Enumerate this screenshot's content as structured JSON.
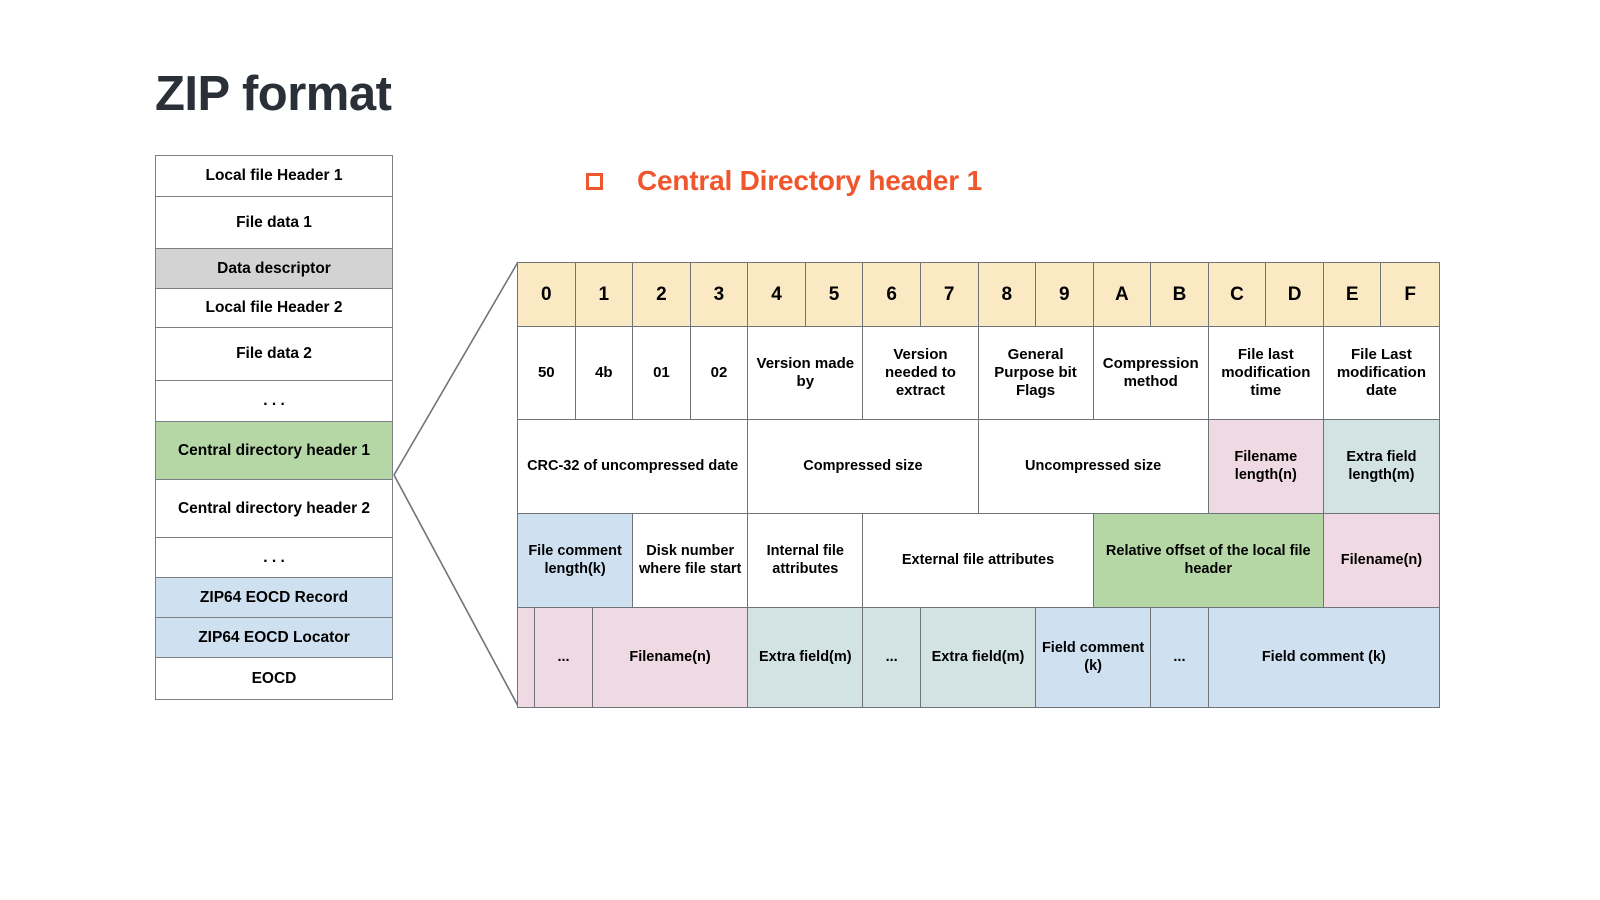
{
  "slide": {
    "title": "ZIP format"
  },
  "heading": {
    "bullet_icon": "square-bullet-icon",
    "text": "Central Directory header 1",
    "color": "#f0562d"
  },
  "colors": {
    "yellow": "#fbe9c4",
    "pink": "#efd9e2",
    "teal": "#d3e2e3",
    "blue": "#cfe0f0",
    "green": "#b5d7a6",
    "grey": "#d3d3d3",
    "white": "#ffffff",
    "border": "#6f7479",
    "accent": "#f0562d",
    "title": "#2b3038"
  },
  "zip_structure": {
    "rows": [
      {
        "label": "Local file Header 1",
        "fill": "white",
        "h": 41
      },
      {
        "label": "File data 1",
        "fill": "white",
        "h": 52
      },
      {
        "label": "Data descriptor",
        "fill": "grey",
        "h": 40
      },
      {
        "label": "Local file Header 2",
        "fill": "white",
        "h": 39
      },
      {
        "label": "File data 2",
        "fill": "white",
        "h": 53
      },
      {
        "label": ". . .",
        "fill": "white",
        "h": 41
      },
      {
        "label": "Central directory header 1",
        "fill": "green",
        "h": 58
      },
      {
        "label": "Central directory header 2",
        "fill": "white",
        "h": 58
      },
      {
        "label": ". . .",
        "fill": "white",
        "h": 40
      },
      {
        "label": "ZIP64 EOCD Record",
        "fill": "blue",
        "h": 40
      },
      {
        "label": "ZIP64 EOCD Locator",
        "fill": "blue",
        "h": 40
      },
      {
        "label": "EOCD",
        "fill": "white",
        "h": 41
      }
    ]
  },
  "byte_table": {
    "columns": 16,
    "column_headers": [
      "0",
      "1",
      "2",
      "3",
      "4",
      "5",
      "6",
      "7",
      "8",
      "9",
      "A",
      "B",
      "C",
      "D",
      "E",
      "F"
    ],
    "rows": [
      {
        "name": "offset-header-row",
        "cells": [
          {
            "label": "0",
            "span": 1,
            "fill": "yellow"
          },
          {
            "label": "1",
            "span": 1,
            "fill": "yellow"
          },
          {
            "label": "2",
            "span": 1,
            "fill": "yellow"
          },
          {
            "label": "3",
            "span": 1,
            "fill": "yellow"
          },
          {
            "label": "4",
            "span": 1,
            "fill": "yellow"
          },
          {
            "label": "5",
            "span": 1,
            "fill": "yellow"
          },
          {
            "label": "6",
            "span": 1,
            "fill": "yellow"
          },
          {
            "label": "7",
            "span": 1,
            "fill": "yellow"
          },
          {
            "label": "8",
            "span": 1,
            "fill": "yellow"
          },
          {
            "label": "9",
            "span": 1,
            "fill": "yellow"
          },
          {
            "label": "A",
            "span": 1,
            "fill": "yellow"
          },
          {
            "label": "B",
            "span": 1,
            "fill": "yellow"
          },
          {
            "label": "C",
            "span": 1,
            "fill": "yellow"
          },
          {
            "label": "D",
            "span": 1,
            "fill": "yellow"
          },
          {
            "label": "E",
            "span": 1,
            "fill": "yellow"
          },
          {
            "label": "F",
            "span": 1,
            "fill": "yellow"
          }
        ]
      },
      {
        "name": "signature-and-version-row",
        "cells": [
          {
            "label": "50",
            "span": 1,
            "fill": "white"
          },
          {
            "label": "4b",
            "span": 1,
            "fill": "white"
          },
          {
            "label": "01",
            "span": 1,
            "fill": "white"
          },
          {
            "label": "02",
            "span": 1,
            "fill": "white"
          },
          {
            "label": "Version made by",
            "span": 2,
            "fill": "white"
          },
          {
            "label": "Version needed to extract",
            "span": 2,
            "fill": "white"
          },
          {
            "label": "General Purpose bit Flags",
            "span": 2,
            "fill": "white"
          },
          {
            "label": "Compression method",
            "span": 2,
            "fill": "white"
          },
          {
            "label": "File last modification time",
            "span": 2,
            "fill": "white"
          },
          {
            "label": "File Last modification date",
            "span": 2,
            "fill": "white"
          }
        ]
      },
      {
        "name": "crc-and-sizes-row",
        "cells": [
          {
            "label": "CRC-32 of uncompressed date",
            "span": 4,
            "fill": "white"
          },
          {
            "label": "Compressed size",
            "span": 4,
            "fill": "white"
          },
          {
            "label": "Uncompressed size",
            "span": 4,
            "fill": "white"
          },
          {
            "label": "Filename length(n)",
            "span": 2,
            "fill": "pink"
          },
          {
            "label": "Extra field length(m)",
            "span": 2,
            "fill": "teal"
          }
        ]
      },
      {
        "name": "attributes-and-offset-row",
        "cells": [
          {
            "label": "File comment length(k)",
            "span": 2,
            "fill": "blue"
          },
          {
            "label": "Disk number where file start",
            "span": 2,
            "fill": "white"
          },
          {
            "label": "Internal file attributes",
            "span": 2,
            "fill": "white"
          },
          {
            "label": "External file attributes",
            "span": 4,
            "fill": "white"
          },
          {
            "label": "Relative offset of the local file header",
            "span": 4,
            "fill": "green"
          },
          {
            "label": "Filename(n)",
            "span": 2,
            "fill": "pink"
          }
        ]
      },
      {
        "name": "variable-fields-row",
        "cells": [
          {
            "label": "",
            "span": 0.3,
            "fill": "pink"
          },
          {
            "label": "...",
            "span": 1.0,
            "fill": "pink"
          },
          {
            "label": "Filename(n)",
            "span": 2.7,
            "fill": "pink"
          },
          {
            "label": "Extra field(m)",
            "span": 2,
            "fill": "teal"
          },
          {
            "label": "...",
            "span": 1,
            "fill": "teal"
          },
          {
            "label": "Extra field(m)",
            "span": 2,
            "fill": "teal"
          },
          {
            "label": "Field comment (k)",
            "span": 2,
            "fill": "blue"
          },
          {
            "label": "...",
            "span": 1,
            "fill": "blue"
          },
          {
            "label": "Field comment (k)",
            "span": 4,
            "fill": "blue"
          }
        ]
      }
    ]
  },
  "connector": {
    "name": "callout-connector-lines",
    "from_label": "Central directory header 1",
    "to_label": "byte-layout-table"
  }
}
